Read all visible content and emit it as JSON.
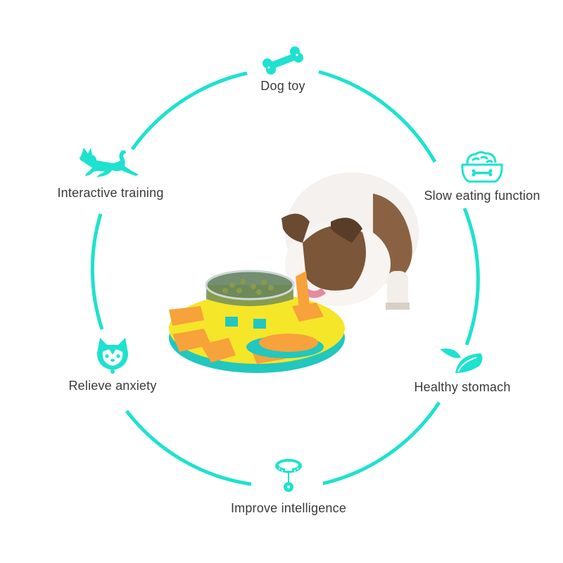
{
  "colors": {
    "accent": "#1de2cf",
    "text": "#3a3a3a",
    "background": "#ffffff",
    "toy_yellow": "#f5e62a",
    "toy_orange": "#f7a23a",
    "toy_teal": "#22c7bf"
  },
  "features": [
    {
      "label": "Dog toy",
      "icon": "bone-icon"
    },
    {
      "label": "Slow eating function",
      "icon": "food-bowl-icon"
    },
    {
      "label": "Healthy stomach",
      "icon": "leaves-icon"
    },
    {
      "label": "Improve intelligence",
      "icon": "collar-icon"
    },
    {
      "label": "Relieve anxiety",
      "icon": "shiba-face-icon"
    },
    {
      "label": "Interactive training",
      "icon": "running-dog-icon"
    }
  ],
  "product": {
    "description": "Bulldog eating from yellow and orange puzzle feeder toy"
  }
}
